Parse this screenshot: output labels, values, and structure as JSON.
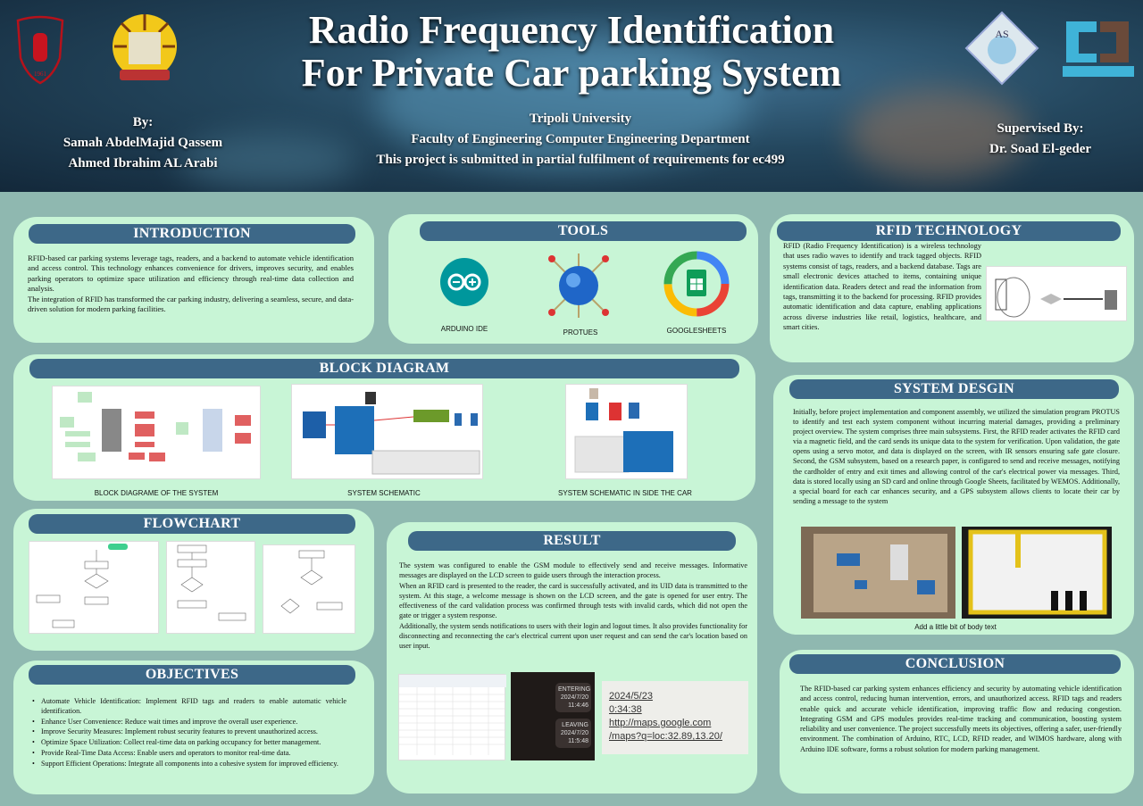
{
  "header": {
    "title_line1": "Radio Frequency Identification",
    "title_line2": "For Private Car parking System",
    "by_label": "By:",
    "authors": [
      "Samah AbdelMajid Qassem",
      "Ahmed Ibrahim AL Arabi"
    ],
    "university": "Tripoli University",
    "faculty": "Faculty of Engineering Computer Engineering Department",
    "submission": "This project is submitted in partial fulfilment of requirements for ec499",
    "supervised_label": "Supervised By:",
    "supervisor": "Dr.  Soad El-geder",
    "logo1_year": "1961",
    "logo3_text": "AS"
  },
  "introduction": {
    "title": "INTRODUCTION",
    "paragraphs": [
      "RFID-based car parking systems leverage tags, readers, and a backend to automate vehicle identification and access control. This technology enhances convenience for drivers, improves security, and enables parking operators to optimize space utilization and efficiency through real-time data collection and analysis.",
      "The integration of RFID has transformed the car parking industry, delivering a seamless, secure, and data-driven solution for modern parking facilities."
    ]
  },
  "tools": {
    "title": "TOOLS",
    "items": [
      {
        "label": "ARDUINO IDE",
        "icon": "arduino-icon"
      },
      {
        "label": "PROTUES",
        "icon": "proteus-icon"
      },
      {
        "label": "GOOGLESHEETS",
        "icon": "google-sheets-icon"
      }
    ]
  },
  "rfid": {
    "title": "RFID TECHNOLOGY",
    "text": "RFID (Radio Frequency Identification) is a wireless technology that uses radio waves to identify and track tagged objects. RFID systems consist of tags, readers, and a backend database. Tags are small electronic devices attached to items, containing unique identification data. Readers detect and read the information from tags, transmitting it to the backend for processing. RFID provides automatic identification and data capture, enabling applications across diverse industries like retail, logistics, healthcare, and smart cities."
  },
  "block_diagram": {
    "title": "BLOCK DIAGRAM",
    "captions": [
      "BLOCK DIAGRAME OF THE SYSTEM",
      "SYSTEM SCHEMATIC",
      "SYSTEM SCHEMATIC IN SIDE THE  CAR"
    ]
  },
  "system_design": {
    "title": "SYSTEM DESGIN",
    "text": "Initially, before project implementation and component assembly, we utilized the simulation program PROTUS to identify and test each system component without incurring material damages, providing a preliminary project overview. The system comprises three main subsystems. First, the RFID reader activates the RFID card via a magnetic field, and the card sends its unique data to the system for verification. Upon validation, the gate opens using a servo motor, and data is displayed on the screen, with IR sensors ensuring safe gate closure. Second, the GSM subsystem, based on a research paper, is configured to send and receive messages, notifying the cardholder of entry and exit times and allowing control of the car's electrical power via messages. Third, data is stored locally using an SD card and online through Google Sheets, facilitated by WEMOS. Additionally, a special board for each car enhances security, and a GPS subsystem allows clients to locate their car by sending a message to the system",
    "caption": "Add a little bit of body text"
  },
  "flowchart": {
    "title": "FLOWCHART"
  },
  "result": {
    "title": "RESULT",
    "paragraphs": [
      "The system was configured to enable the GSM module to effectively send and receive messages. Informative messages are displayed on the LCD screen to guide users through the interaction process.",
      "When an RFID card is presented to the reader, the card is successfully activated, and its UID data is transmitted to the system. At this stage, a welcome message is shown on the LCD screen, and the gate is opened for user entry. The effectiveness of the card validation process was confirmed through tests with invalid cards, which did not open the gate or trigger a system response.",
      "Additionally, the system sends notifications to users with their login and logout times. It also provides functionality for disconnecting and reconnecting the car's electrical current upon user request and can send the car's location based on user input."
    ],
    "sms": {
      "entering": "ENTERING",
      "entering_time": "2024/7/20 11:4:46",
      "leaving": "LEAVING",
      "leaving_time": "2024/7/20 11:5:48"
    },
    "location": {
      "date": "2024/5/23",
      "time": "0:34:38",
      "link1": "http://maps.google.com",
      "link2": "/maps?q=loc:32.89,13.20/"
    }
  },
  "objectives": {
    "title": "OBJECTIVES",
    "items": [
      "Automate Vehicle Identification: Implement RFID tags and readers to enable automatic vehicle identification.",
      "Enhance User Convenience: Reduce wait times and improve the overall user experience.",
      "Improve Security Measures: Implement robust security features to prevent unauthorized access.",
      "Optimize Space Utilization: Collect real-time data on parking occupancy for better management.",
      "Provide Real-Time Data Access: Enable users and operators to monitor real-time data.",
      "Support Efficient Operations: Integrate all components into a cohesive system for improved efficiency."
    ]
  },
  "conclusion": {
    "title": "CONCLUSION",
    "text": "The RFID-based car parking system enhances efficiency and security by automating vehicle identification and access control, reducing human intervention, errors, and unauthorized access. RFID tags and readers enable quick and accurate vehicle identification, improving traffic flow and reducing congestion. Integrating GSM and GPS modules provides real-time tracking and communication, boosting system reliability and user convenience. The project successfully meets its objectives, offering a safer, user-friendly environment. The combination of Arduino, RTC, LCD, RFID reader, and WIMOS hardware, along with Arduino IDE software, forms a robust solution for modern parking management."
  }
}
